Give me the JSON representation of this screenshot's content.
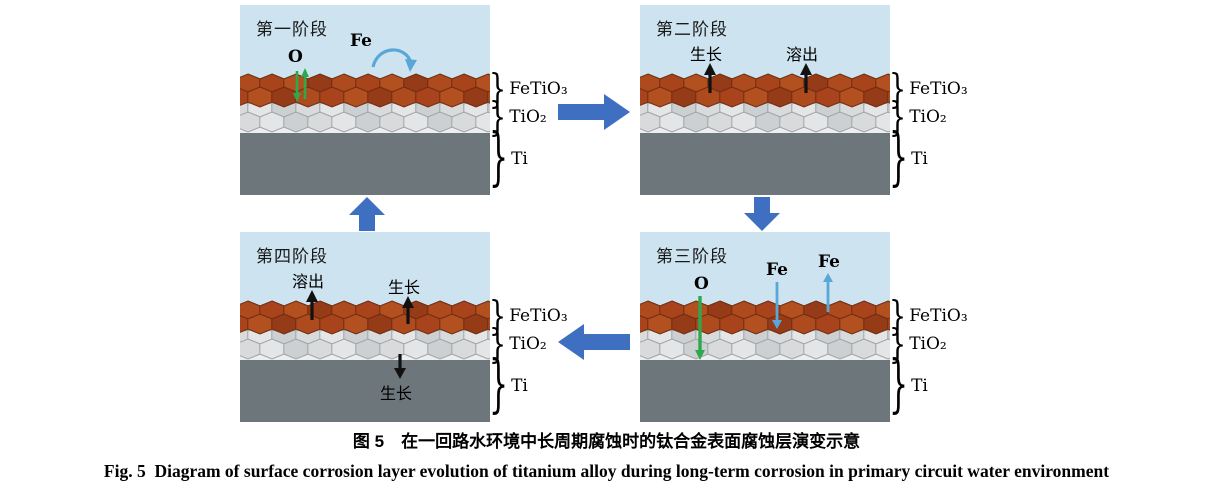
{
  "caption": {
    "cn": "图 5　在一回路水环境中长周期腐蚀时的钛合金表面腐蚀层演变示意",
    "en": "Fig. 5  Diagram of surface corrosion layer evolution of titanium alloy during long-term corrosion in primary circuit water environment"
  },
  "layers": {
    "top": "FeTiO₃",
    "middle": "TiO₂",
    "substrate": "Ti"
  },
  "panels": {
    "stage1": {
      "title": "第一阶段",
      "oxygen": "O",
      "iron": "Fe"
    },
    "stage2": {
      "title": "第二阶段",
      "growth": "生长",
      "dissolve": "溶出"
    },
    "stage3": {
      "title": "第三阶段",
      "oxygen": "O",
      "iron_in": "Fe",
      "iron_out": "Fe"
    },
    "stage4": {
      "title": "第四阶段",
      "dissolve": "溶出",
      "growth_up": "生长",
      "growth_down": "生长"
    }
  },
  "colors": {
    "water": "#cde3f0",
    "fetio3": "#a8431c",
    "tio2": "#d8dadb",
    "ti": "#6d767b",
    "flow_arrow": "#3e6fc0",
    "iron_arrow": "#58a7d8",
    "oxygen_arrow": "#2ea84d",
    "black": "#111111"
  }
}
